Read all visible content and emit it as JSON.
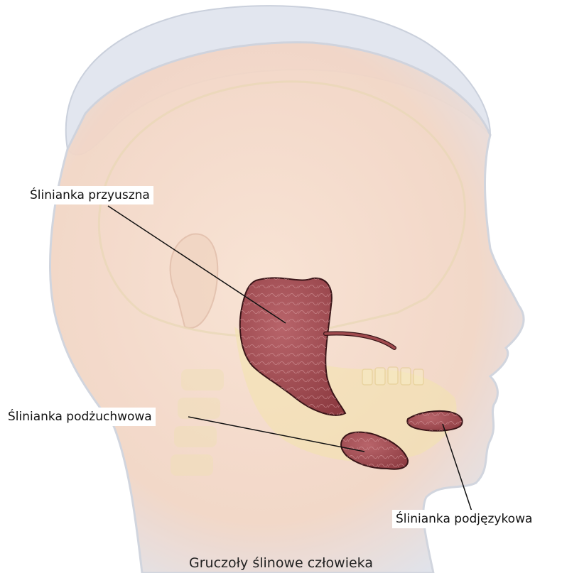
{
  "labels": {
    "parotid": "Ślinianka przyuszna",
    "submandibular": "Ślinianka podżuchwowa",
    "sublingual": "Ślinianka podjęzykowa"
  },
  "caption": "Gruczoły ślinowe człowieka",
  "colors": {
    "gland": "#a04a4e",
    "gland_outline": "#3a1518",
    "skin": "#f4d9c8",
    "skull": "#f2e6b0",
    "leader_line": "#111111"
  }
}
